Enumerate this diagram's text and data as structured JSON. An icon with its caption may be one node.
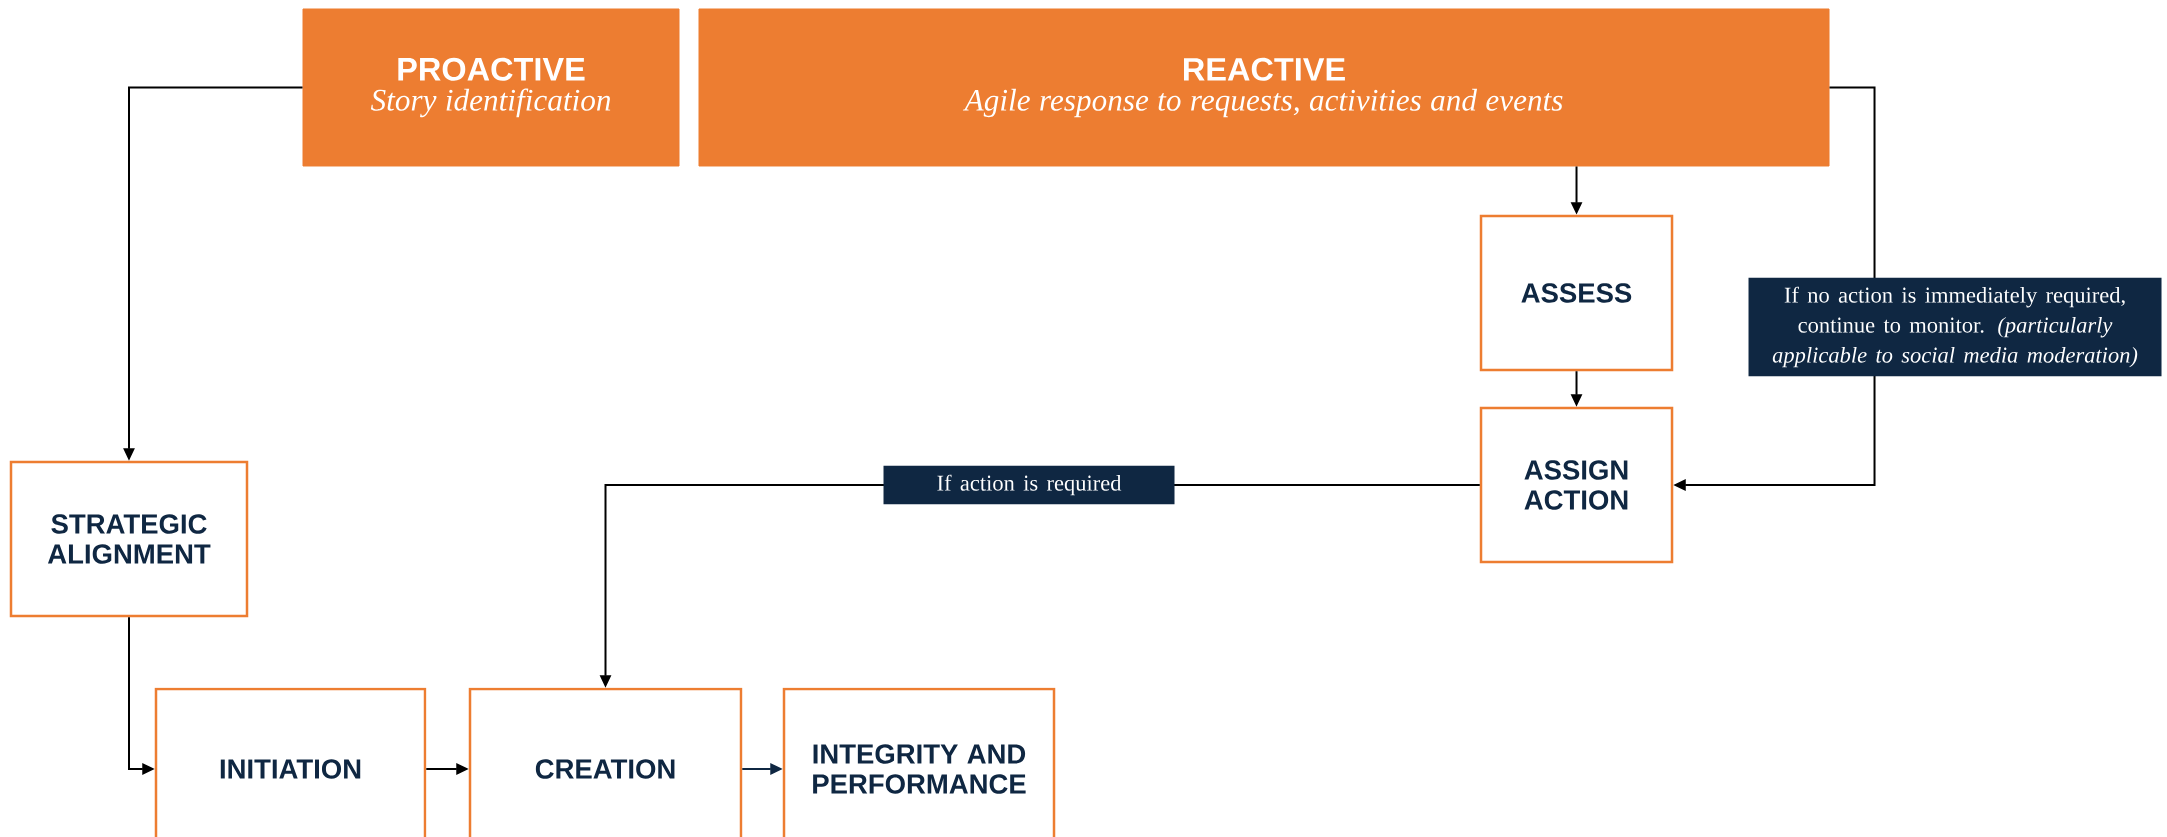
{
  "diagram": {
    "nodes": [
      {
        "text": [
          "PROACTIVE",
          "Story identification"
        ]
      },
      {
        "text": [
          "REACTIVE",
          "Agile response to requests, activities and events"
        ]
      },
      {
        "text": [
          "ASSESS"
        ]
      },
      {
        "text": [
          "ASSIGN ACTION"
        ]
      },
      {
        "text": [
          "STRATEGIC ALIGNMENT"
        ]
      },
      {
        "text": [
          "INITIATION"
        ]
      },
      {
        "text": [
          "CREATION"
        ]
      },
      {
        "text": [
          "INTEGRITY AND PERFORMANCE"
        ]
      }
    ],
    "edges": [
      {
        "from": 0,
        "to": 4,
        "arrow": "to"
      },
      {
        "from": 1,
        "to": 2,
        "arrow": "to"
      },
      {
        "from": 2,
        "to": 3,
        "arrow": "to"
      },
      {
        "from": 1,
        "to": 3,
        "arrow": "to",
        "label": "If no action is immediately required, continue to monitor. *(particularly applicable to social media moderation)*"
      },
      {
        "from": 3,
        "to": 6,
        "arrow": "to",
        "label": "If action is required"
      },
      {
        "from": 4,
        "to": 5,
        "arrow": "to"
      },
      {
        "from": 5,
        "to": 6,
        "arrow": "to"
      },
      {
        "from": 6,
        "to": 7,
        "arrow": "to",
        "color": "#0f2742"
      }
    ]
  }
}
